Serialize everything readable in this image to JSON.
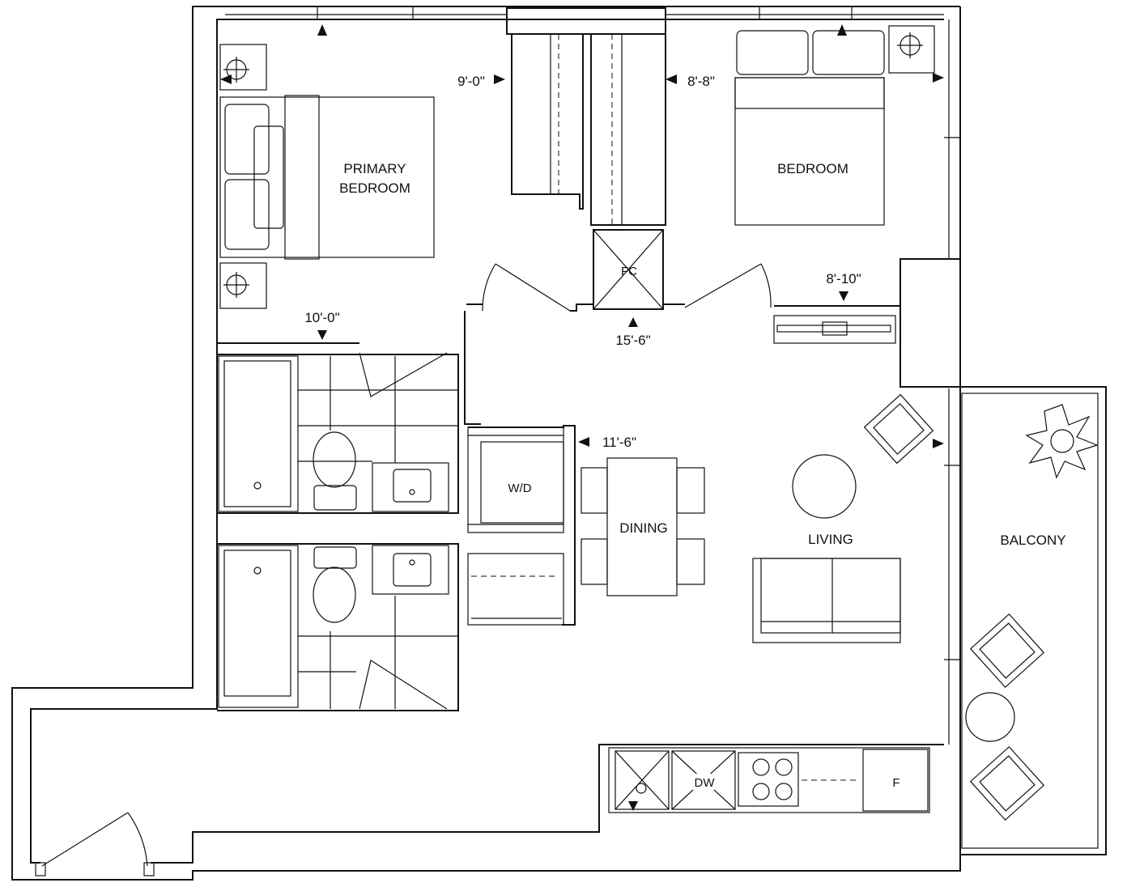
{
  "rooms": {
    "primary_bedroom": [
      "PRIMARY",
      "BEDROOM"
    ],
    "bedroom": "BEDROOM",
    "dining": "DINING",
    "living": "LIVING",
    "balcony": "BALCONY"
  },
  "fixtures": {
    "fc": "FC",
    "wd": "W/D",
    "dw": "DW",
    "fridge": "F"
  },
  "dimensions": {
    "closet_left": "9'-0\"",
    "closet_right": "8'-8\"",
    "primary_bath": "10'-0\"",
    "hall": "15'-6\"",
    "bedroom_wall": "8'-10\"",
    "laundry": "11'-6\""
  }
}
